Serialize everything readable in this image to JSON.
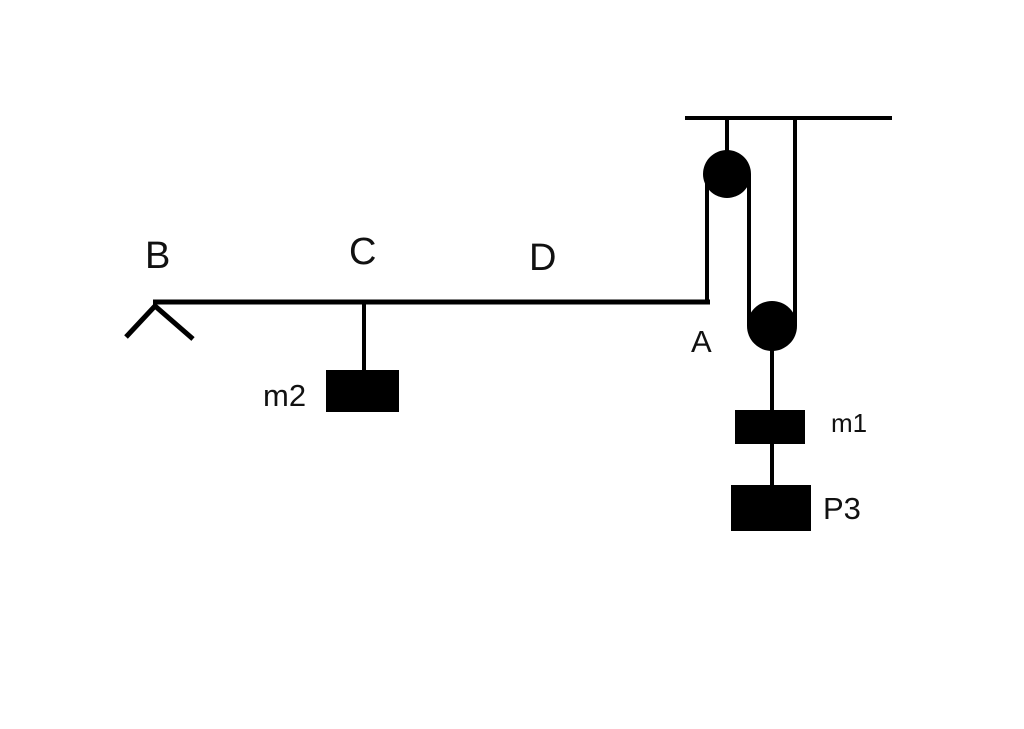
{
  "diagram": {
    "labels": {
      "b": "B",
      "c": "C",
      "d": "D",
      "a": "A",
      "m2": "m2",
      "m1": "m1",
      "p3": "P3"
    },
    "colors": {
      "ink": "#000000",
      "background": "#ffffff"
    }
  }
}
